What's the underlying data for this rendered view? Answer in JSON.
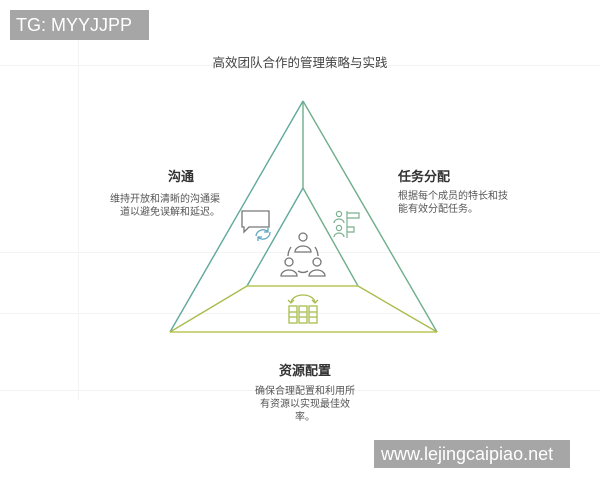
{
  "watermarks": {
    "top": "TG: MYYJJPP",
    "bottom": "www.lejingcaipiao.net"
  },
  "diagram": {
    "title": "高效团队合作的管理策略与实践",
    "center": {
      "icon": "team-circle-icon"
    },
    "sections": [
      {
        "id": "communication",
        "heading": "沟通",
        "description": "维持开放和清晰的沟通渠道以避免误解和延迟。",
        "icon": "chat-sync-icon",
        "color": "#5fa89a"
      },
      {
        "id": "task-allocation",
        "heading": "任务分配",
        "description": "根据每个成员的特长和技能有效分配任务。",
        "icon": "people-tasks-icon",
        "color": "#6fae8a"
      },
      {
        "id": "resource-allocation",
        "heading": "资源配置",
        "description": "确保合理配置和利用所有资源以实现最佳效率。",
        "icon": "resource-grid-icon",
        "color": "#a9bd4e"
      }
    ],
    "colors": {
      "outline_teal": "#5fa89a",
      "outline_green": "#8fb86e",
      "outline_lime": "#b8c55a",
      "icon_gray": "#777777"
    }
  }
}
